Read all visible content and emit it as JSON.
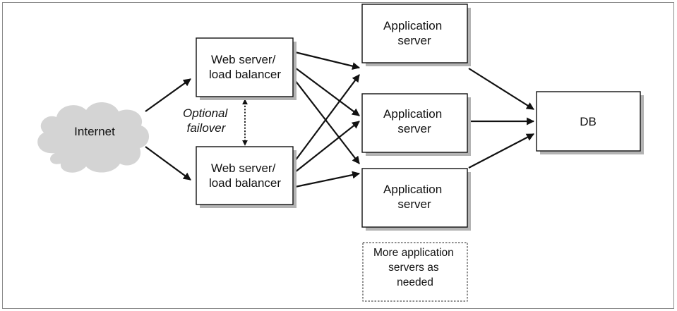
{
  "nodes": {
    "internet": {
      "label": "Internet"
    },
    "web1": {
      "line1": "Web server/",
      "line2": "load balancer"
    },
    "web2": {
      "line1": "Web server/",
      "line2": "load balancer"
    },
    "app1": {
      "line1": "Application",
      "line2": "server"
    },
    "app2": {
      "line1": "Application",
      "line2": "server"
    },
    "app3": {
      "line1": "Application",
      "line2": "server"
    },
    "db": {
      "label": "DB"
    },
    "more": {
      "line1": "More application",
      "line2": "servers as",
      "line3": "needed"
    }
  },
  "failover": {
    "line1": "Optional",
    "line2": "failover"
  },
  "edges": [
    {
      "from": "internet",
      "to": "web1"
    },
    {
      "from": "internet",
      "to": "web2"
    },
    {
      "from": "web1",
      "to": "app1"
    },
    {
      "from": "web1",
      "to": "app2"
    },
    {
      "from": "web1",
      "to": "app3"
    },
    {
      "from": "web2",
      "to": "app1"
    },
    {
      "from": "web2",
      "to": "app2"
    },
    {
      "from": "web2",
      "to": "app3"
    },
    {
      "from": "app1",
      "to": "db"
    },
    {
      "from": "app2",
      "to": "db"
    },
    {
      "from": "app3",
      "to": "db"
    },
    {
      "from": "web1",
      "to": "web2",
      "style": "dotted",
      "bidirectional": true,
      "label": "failover"
    }
  ]
}
